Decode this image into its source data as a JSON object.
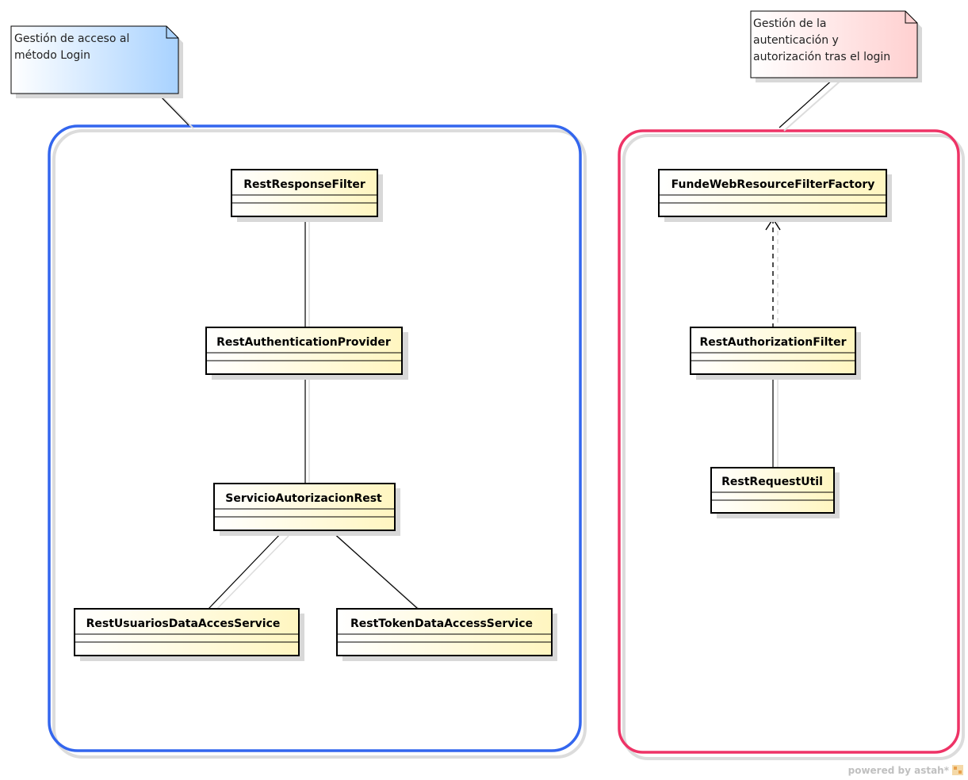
{
  "notes": [
    {
      "id": "login",
      "lines": [
        "Gestión de acceso al",
        "método Login"
      ],
      "color": "#a8d2ff"
    },
    {
      "id": "auth",
      "lines": [
        "Gestión de la",
        "autenticación y",
        "autorización tras el login"
      ],
      "color": "#ffd0d0"
    }
  ],
  "packages": [
    {
      "id": "left",
      "color": "#3366ee"
    },
    {
      "id": "right",
      "color": "#ee3366"
    }
  ],
  "classes": {
    "rest_response_filter": "RestResponseFilter",
    "rest_authentication_provider": "RestAuthenticationProvider",
    "servicio_autorizacion_rest": "ServicioAutorizacionRest",
    "rest_usuarios_data_acces_service": "RestUsuariosDataAccesService",
    "rest_token_data_access_service": "RestTokenDataAccessService",
    "funde_web_resource_filter_factory": "FundeWebResourceFilterFactory",
    "rest_authorization_filter": "RestAuthorizationFilter",
    "rest_request_util": "RestRequestUtil"
  },
  "footer": {
    "text": "powered by astah*"
  }
}
